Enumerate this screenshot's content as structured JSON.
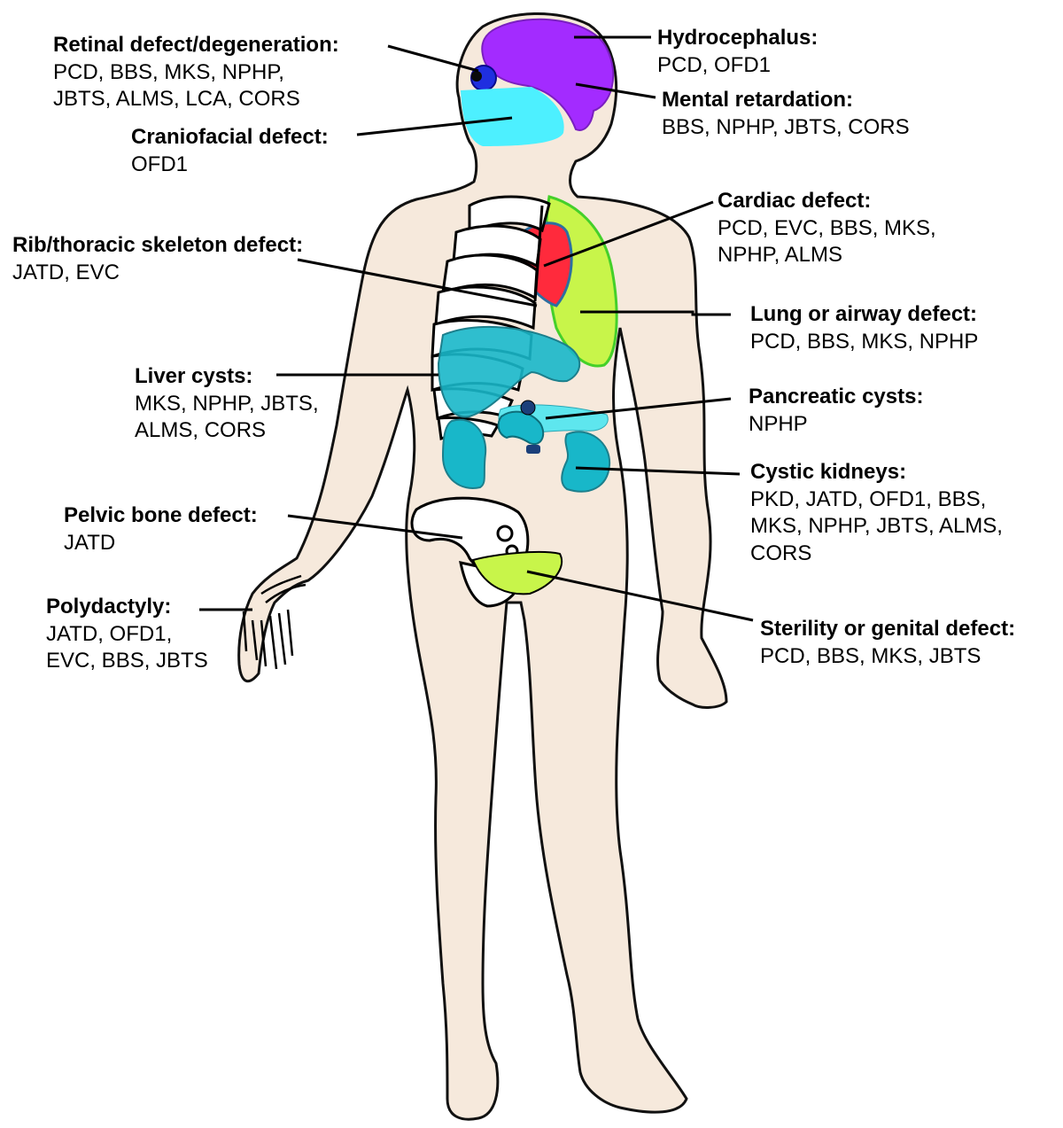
{
  "colors": {
    "skin": "#f6e9dc",
    "skin_edge": "#d9a98a",
    "brain": "#a32bff",
    "eye": "#1f2fe0",
    "face": "#4df0ff",
    "heart": "#ff2a3c",
    "lung": "#c8f54a",
    "lung_edge": "#44d02a",
    "liver": "#18b7c9",
    "pancreas": "#5ee6ee",
    "kidney": "#18b7c9",
    "genital": "#c8f54a"
  },
  "labels": {
    "retinal": {
      "title": "Retinal defect/degeneration:",
      "diseases": "PCD, BBS, MKS, NPHP,\nJBTS, ALMS, LCA, CORS"
    },
    "hydrocephalus": {
      "title": "Hydrocephalus:",
      "diseases": "PCD, OFD1"
    },
    "mental": {
      "title": "Mental retardation:",
      "diseases": "BBS, NPHP, JBTS, CORS"
    },
    "craniofacial": {
      "title": "Craniofacial defect:",
      "diseases": "OFD1"
    },
    "cardiac": {
      "title": "Cardiac defect:",
      "diseases": "PCD, EVC, BBS, MKS,\nNPHP, ALMS"
    },
    "rib": {
      "title": "Rib/thoracic skeleton defect:",
      "diseases": "JATD, EVC"
    },
    "lung": {
      "title": "Lung or airway defect:",
      "diseases": "PCD, BBS, MKS, NPHP"
    },
    "liver": {
      "title": "Liver cysts:",
      "diseases": "MKS, NPHP, JBTS,\nALMS, CORS"
    },
    "pancreatic": {
      "title": "Pancreatic cysts:",
      "diseases": "NPHP"
    },
    "kidney": {
      "title": "Cystic kidneys:",
      "diseases": "PKD, JATD, OFD1, BBS,\nMKS, NPHP, JBTS, ALMS,\nCORS"
    },
    "pelvic": {
      "title": "Pelvic bone defect:",
      "diseases": "JATD"
    },
    "polydactyly": {
      "title": "Polydactyly:",
      "diseases": "JATD, OFD1,\nEVC, BBS, JBTS"
    },
    "sterility": {
      "title": "Sterility or genital defect:",
      "diseases": "PCD, BBS, MKS, JBTS"
    }
  }
}
